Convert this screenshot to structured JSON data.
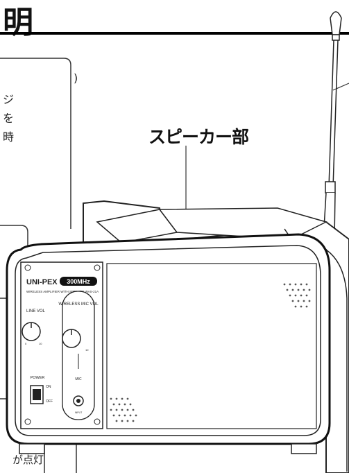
{
  "page": {
    "title_fragment": "明",
    "speaker_label": "スピーカー部"
  },
  "callouts": {
    "line1": ")",
    "line2": "ジ",
    "line3": "を",
    "line4": "時",
    "line5": "が点灯"
  },
  "panel": {
    "brand": "UNI-PEX",
    "band": "300MHz",
    "model_text": "WIRELESS AMPLIFIER WITH SPEAKER  WAS-21A",
    "line_vol": "LINE VOL",
    "wireless_vol": "WIRELESS MIC VOL",
    "mic": "MIC",
    "power": "POWER",
    "on": "ON",
    "off": "OFF",
    "input": "INPUT",
    "scale_max": "10",
    "scale_min": "0"
  }
}
